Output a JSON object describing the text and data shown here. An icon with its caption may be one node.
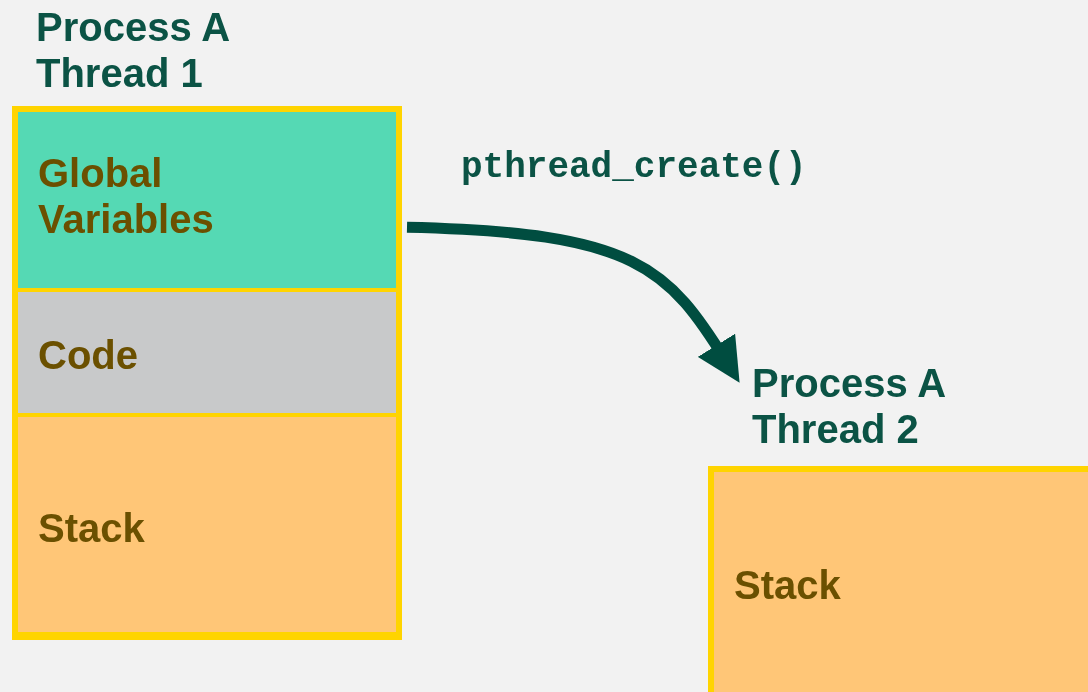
{
  "diagram": {
    "nodes": [
      {
        "text": [
          "Process A Thread 1"
        ]
      },
      {
        "text": [
          "Global Variables"
        ],
        "in": 0
      },
      {
        "text": [
          "Code"
        ],
        "in": 0
      },
      {
        "text": [
          "Stack"
        ],
        "in": 0
      },
      {
        "text": [
          "Process A Thread 2"
        ]
      },
      {
        "text": [
          "Stack"
        ],
        "in": 4
      }
    ],
    "edges": [
      {
        "from": 1,
        "to": 4,
        "arrow": "to",
        "label": "pthread_create()"
      }
    ]
  }
}
